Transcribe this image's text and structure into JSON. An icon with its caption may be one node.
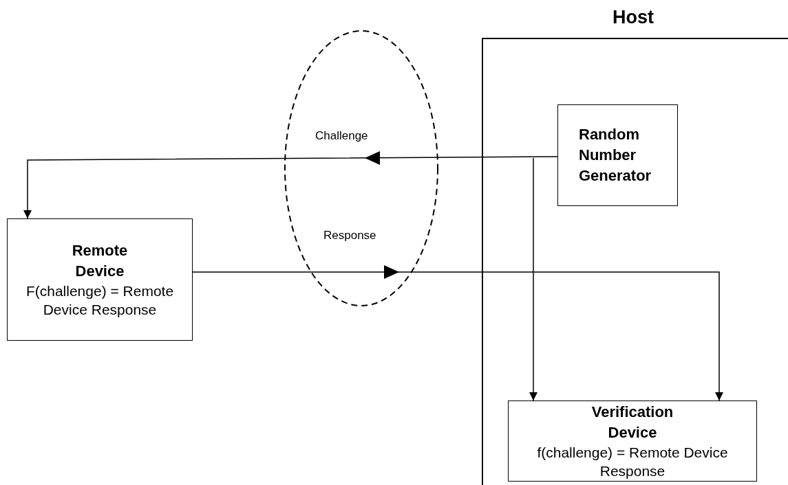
{
  "diagram": {
    "nodes": [
      {
        "text": [
          "Host"
        ]
      },
      {
        "text": [
          "Random Number Generator"
        ],
        "in": 0
      },
      {
        "text": [
          "Verification Device",
          "f(challenge) = Remote Device Response"
        ],
        "in": 0
      },
      {
        "text": [
          "Remote Device",
          "F(challenge) = Remote Device Response"
        ]
      }
    ],
    "edges": [
      {
        "from": 1,
        "to": 3,
        "arrow": "to",
        "label": "Challenge"
      },
      {
        "from": 1,
        "to": 2,
        "arrow": "to"
      },
      {
        "from": 3,
        "to": 2,
        "arrow": "to",
        "label": "Response"
      }
    ]
  }
}
